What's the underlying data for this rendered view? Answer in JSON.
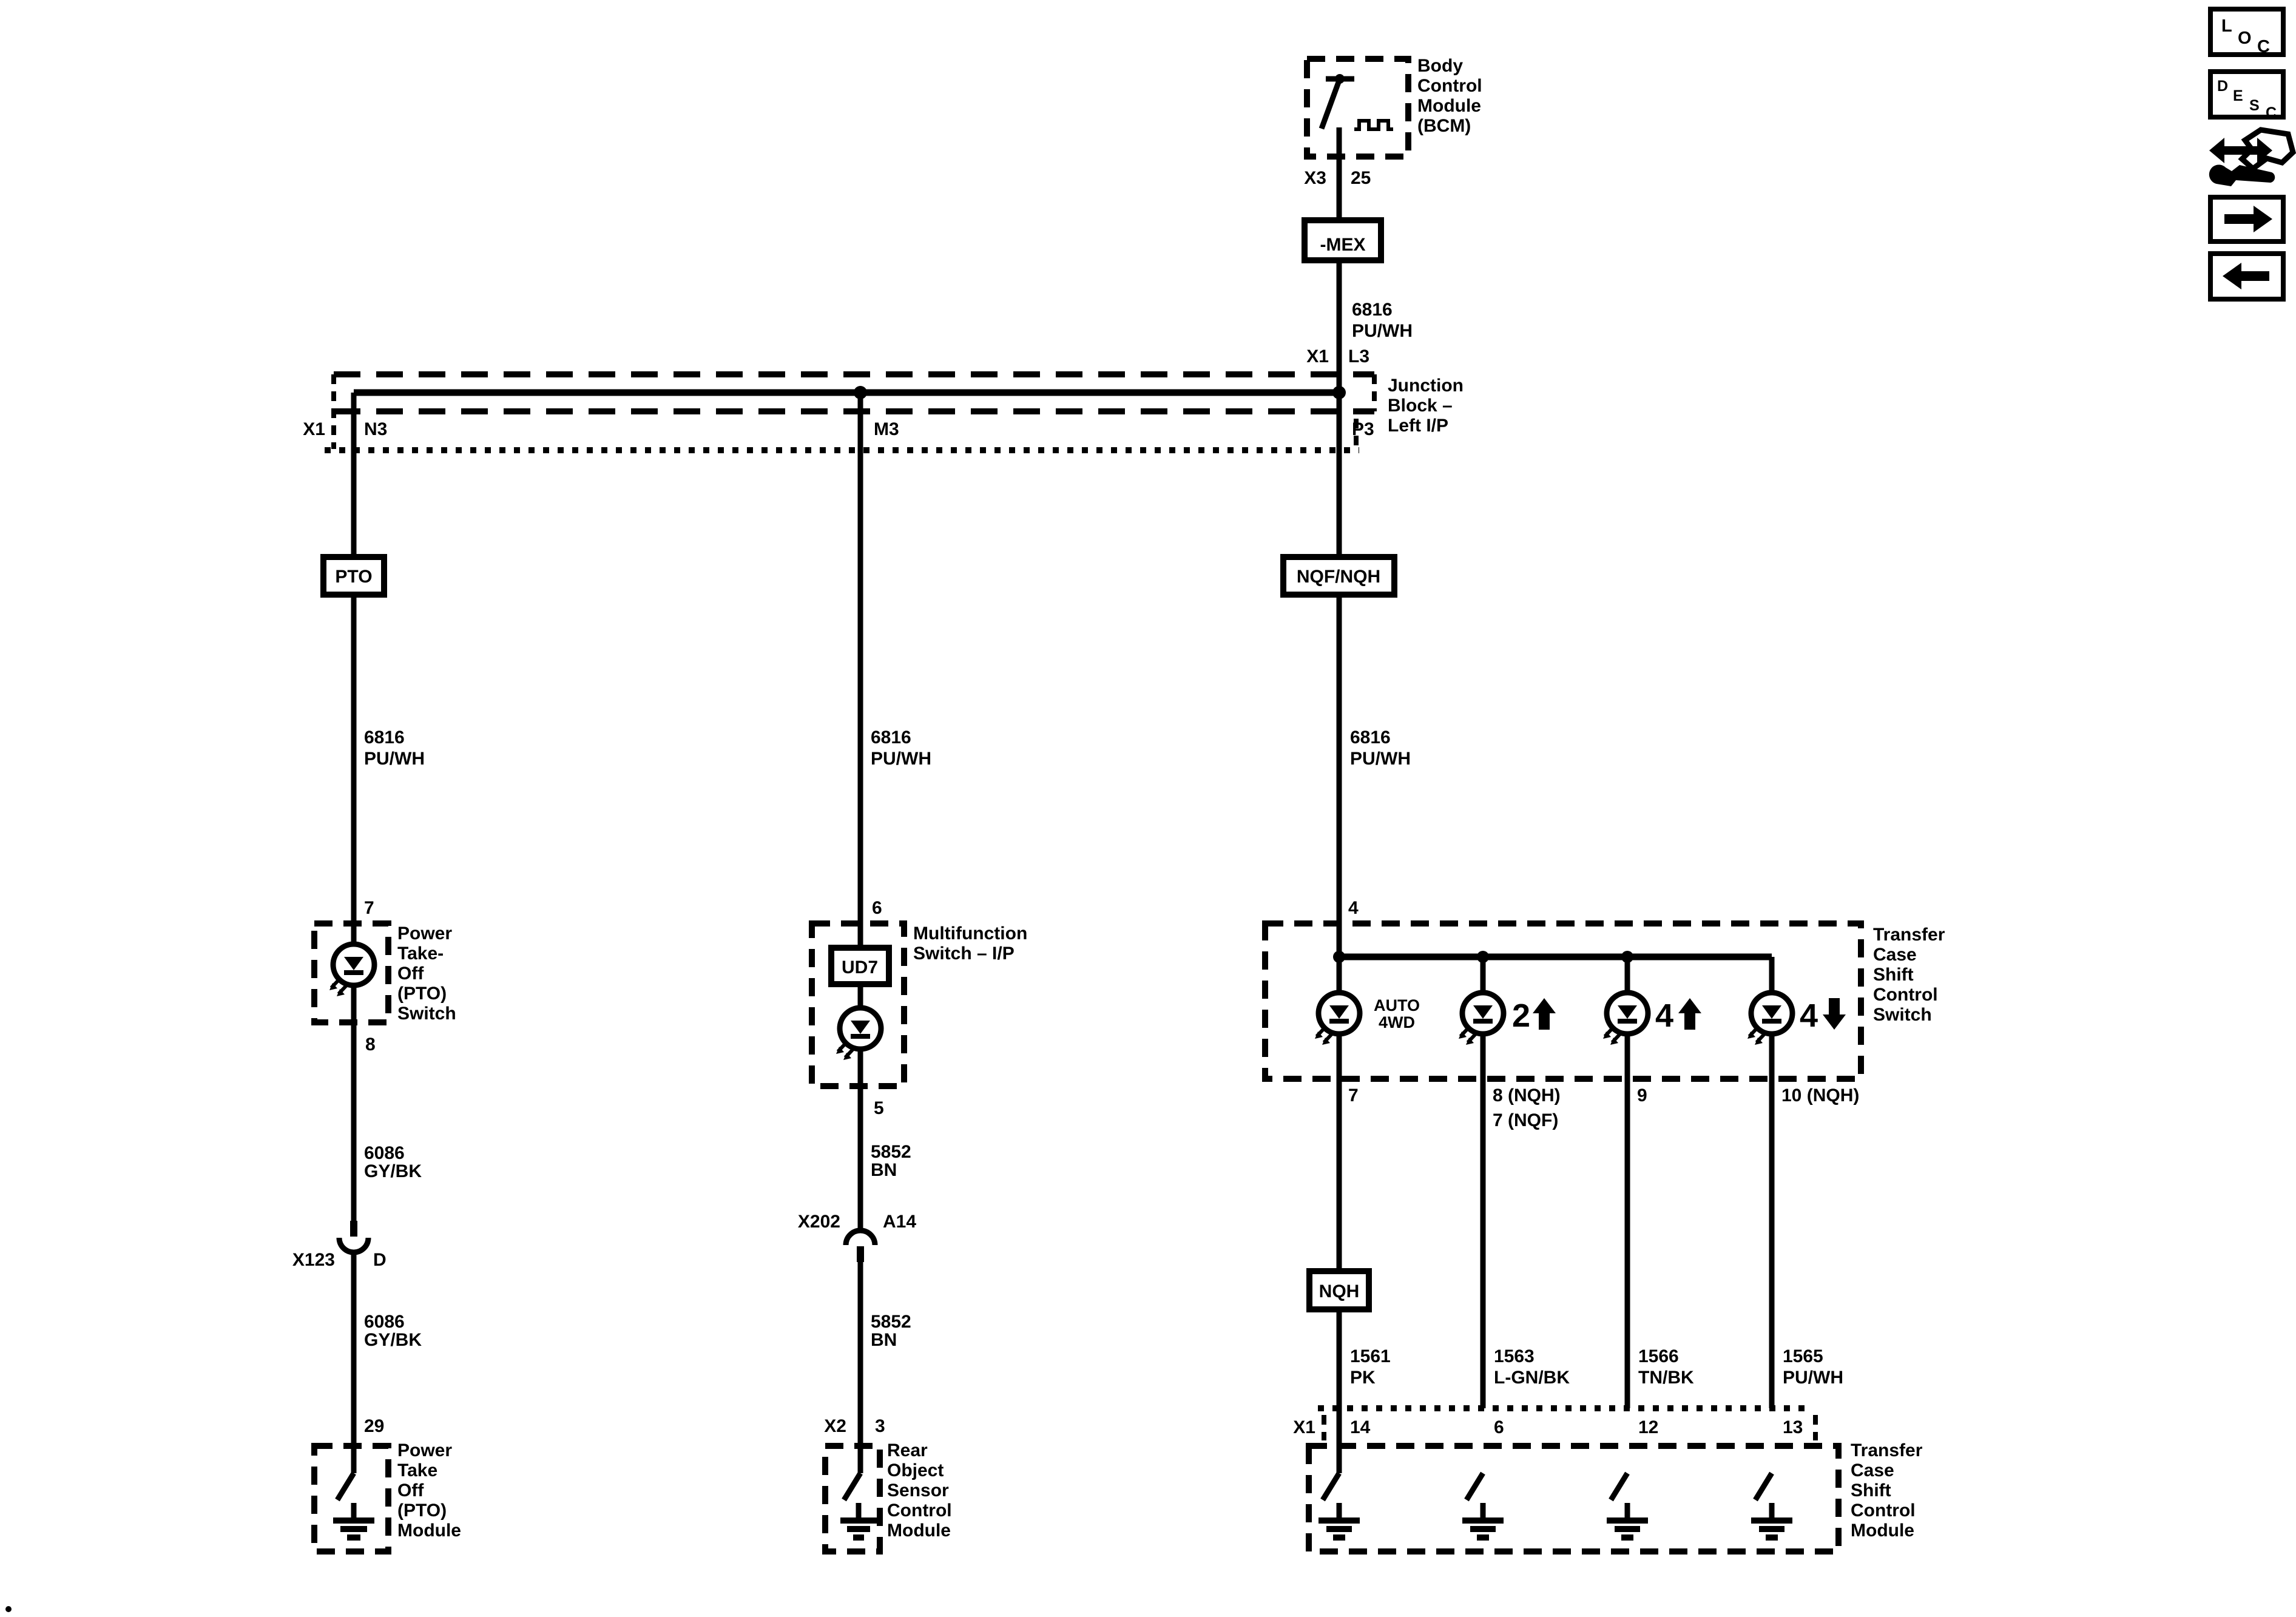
{
  "toolbar": {
    "loc_letters": [
      "L",
      "O",
      "C"
    ],
    "desc_letters": [
      "D",
      "E",
      "S",
      "C"
    ]
  },
  "bcm": {
    "name_lines": [
      "Body",
      "Control",
      "Module",
      "(BCM)"
    ],
    "connector": "X3",
    "pin": "25",
    "fuse": "-MEX",
    "wire": {
      "circuit": "6816",
      "color": "PU/WH"
    },
    "jb_connector": "X1",
    "jb_pin": "L3"
  },
  "junction_block": {
    "name_lines": [
      "Junction",
      "Block –",
      "Left I/P"
    ],
    "connector": "X1",
    "terminals": [
      "N3",
      "M3",
      "P3"
    ]
  },
  "pto_circuit": {
    "fuse": "PTO",
    "wire_upper": {
      "circuit": "6816",
      "color": "PU/WH"
    },
    "switch": {
      "pin_in": "7",
      "pin_out": "8",
      "name_lines": [
        "Power",
        "Take-",
        "Off",
        "(PTO)",
        "Switch"
      ]
    },
    "wire_mid": {
      "circuit": "6086",
      "color": "GY/BK"
    },
    "connector": {
      "name": "X123",
      "cavity": "D"
    },
    "wire_lower": {
      "circuit": "6086",
      "color": "GY/BK"
    },
    "module": {
      "pin": "29",
      "name_lines": [
        "Power",
        "Take",
        "Off",
        "(PTO)",
        "Module"
      ]
    }
  },
  "multifunction_circuit": {
    "wire_upper": {
      "circuit": "6816",
      "color": "PU/WH"
    },
    "switch": {
      "pin_in": "6",
      "pin_out": "5",
      "rpo": "UD7",
      "name_lines": [
        "Multifunction",
        "Switch – I/P"
      ]
    },
    "wire_mid": {
      "circuit": "5852",
      "color": "BN"
    },
    "connector": {
      "name": "X202",
      "cavity": "A14"
    },
    "wire_lower": {
      "circuit": "5852",
      "color": "BN"
    },
    "module": {
      "connector": "X2",
      "pin": "3",
      "name_lines": [
        "Rear",
        "Object",
        "Sensor",
        "Control",
        "Module"
      ]
    }
  },
  "transfer_case_circuit": {
    "rpo": "NQF/NQH",
    "wire_upper": {
      "circuit": "6816",
      "color": "PU/WH"
    },
    "switch": {
      "pin_in": "4",
      "name_lines": [
        "Transfer",
        "Case",
        "Shift",
        "Control",
        "Switch"
      ],
      "leds": [
        {
          "caption_lines": [
            "AUTO",
            "4WD"
          ],
          "pin": "7"
        },
        {
          "number": "2",
          "direction": "up",
          "pin": "8 (NQH)",
          "pin_alt": "7 (NQF)"
        },
        {
          "number": "4",
          "direction": "up",
          "pin": "9"
        },
        {
          "number": "4",
          "direction": "down",
          "pin": "10 (NQH)"
        }
      ]
    },
    "rpo2": "NQH",
    "wires": [
      {
        "circuit": "1561",
        "color": "PK",
        "pin": "14"
      },
      {
        "circuit": "1563",
        "color": "L-GN/BK",
        "pin": "6"
      },
      {
        "circuit": "1566",
        "color": "TN/BK",
        "pin": "12"
      },
      {
        "circuit": "1565",
        "color": "PU/WH",
        "pin": "13"
      }
    ],
    "module": {
      "connector": "X1",
      "name_lines": [
        "Transfer",
        "Case",
        "Shift",
        "Control",
        "Module"
      ]
    }
  },
  "colors": {
    "ink": "#000000",
    "paper": "#ffffff"
  }
}
